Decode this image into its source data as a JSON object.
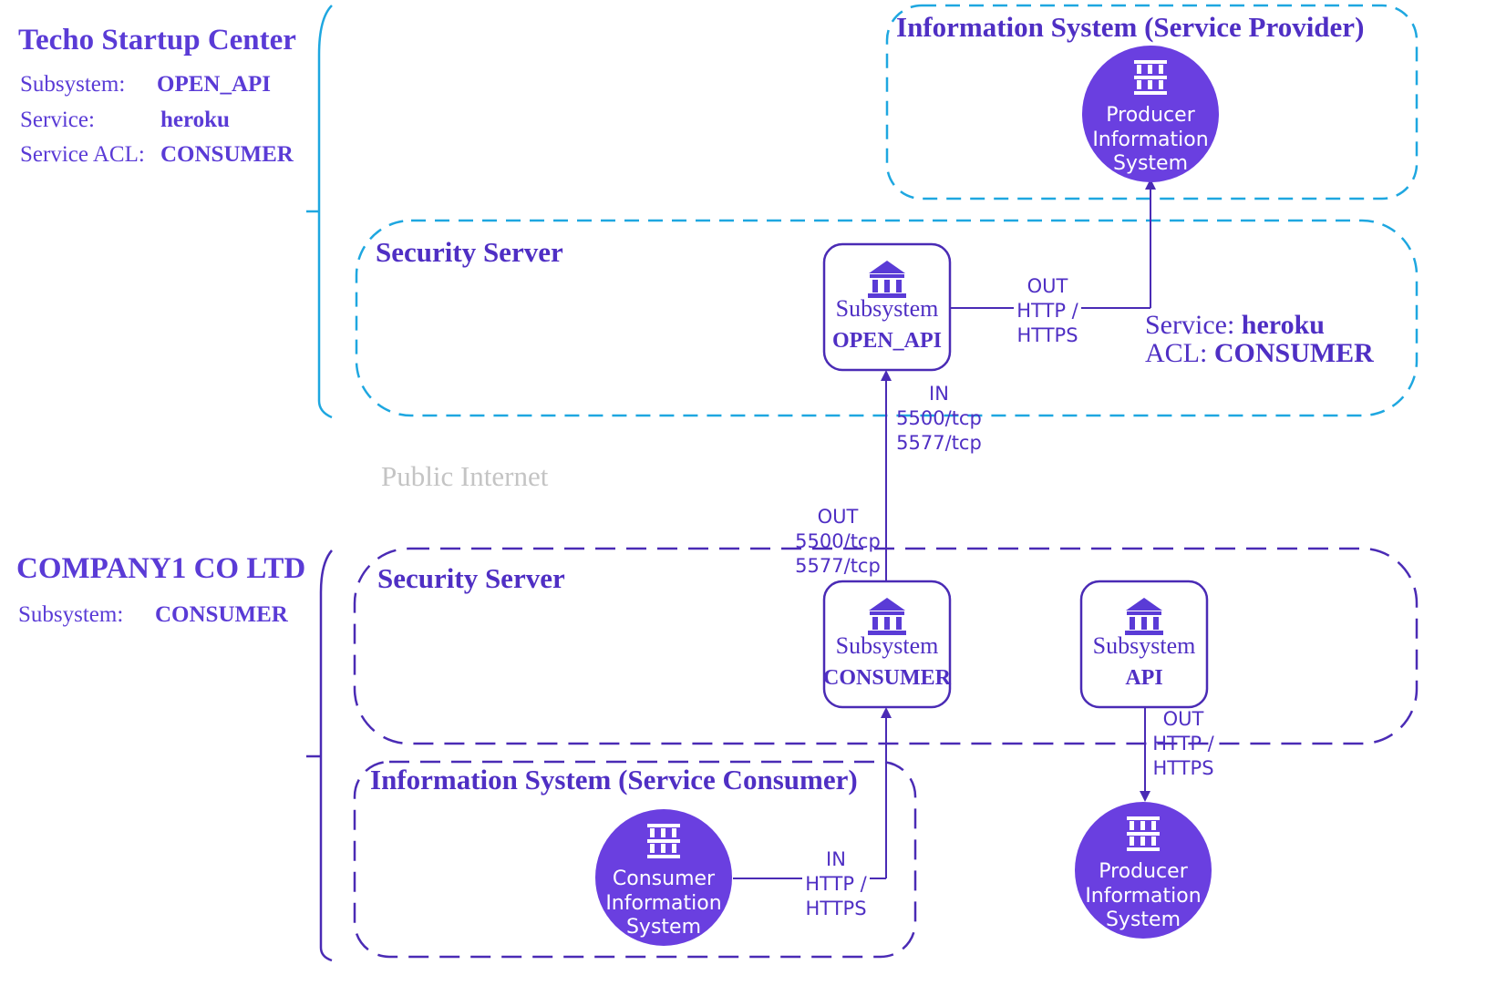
{
  "colors": {
    "accent": "#5a3bd6",
    "provider_zone": "#1ea7e0",
    "consumer_zone": "#4a2bb5",
    "circle_fill": "#6a3fe0",
    "internet_text": "#c4c4c4"
  },
  "provider_org": {
    "name": "Techo Startup Center",
    "subsystem_label": "Subsystem:",
    "subsystem_value": "OPEN_API",
    "service_label": "Service:",
    "service_value": "heroku",
    "acl_label": "Service ACL:",
    "acl_value": "CONSUMER"
  },
  "consumer_org": {
    "name": "COMPANY1 CO LTD",
    "subsystem_label": "Subsystem:",
    "subsystem_value": "CONSUMER"
  },
  "public_internet": "Public Internet",
  "zones": {
    "provider_is": "Information System (Service Provider)",
    "provider_ss": "Security Server",
    "consumer_ss": "Security Server",
    "consumer_is": "Information System (Service Consumer)"
  },
  "nodes": {
    "open_api": {
      "subtitle": "Subsystem",
      "name": "OPEN_API",
      "icon": "bank-icon"
    },
    "consumer": {
      "subtitle": "Subsystem",
      "name": "CONSUMER",
      "icon": "bank-icon"
    },
    "api": {
      "subtitle": "Subsystem",
      "name": "API",
      "icon": "bank-icon"
    },
    "producer_top": {
      "lines": [
        "Producer",
        "Information",
        "System"
      ],
      "icon": "server-rack-icon"
    },
    "producer_bottom": {
      "lines": [
        "Producer",
        "Information",
        "System"
      ],
      "icon": "server-rack-icon"
    },
    "consumer_is": {
      "lines": [
        "Consumer",
        "Information",
        "System"
      ],
      "icon": "server-rack-icon"
    }
  },
  "edge_labels": {
    "openapi_out": [
      "OUT",
      "HTTP /",
      "HTTPS"
    ],
    "openapi_in": [
      "IN",
      "5500/tcp",
      "5577/tcp"
    ],
    "consumer_out": [
      "OUT",
      "5500/tcp",
      "5577/tcp"
    ],
    "api_out": [
      "OUT",
      "HTTP /",
      "HTTPS"
    ],
    "consumer_is_in": [
      "IN",
      "HTTP /",
      "HTTPS"
    ]
  },
  "service_note": {
    "service_label": "Service:",
    "service_value": "heroku",
    "acl_label": "ACL:",
    "acl_value": "CONSUMER"
  }
}
